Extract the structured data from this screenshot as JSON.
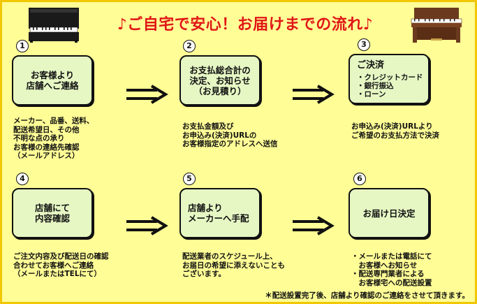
{
  "title": "♪ご自宅で安心！お届けまでの流れ♪",
  "colors": {
    "background": "#fffd96",
    "border": "#f2c600",
    "title": "#e01616",
    "box": "#e6f7c4"
  },
  "icons": {
    "left": "upright-piano-icon",
    "right": "digital-piano-icon",
    "arrow": "double-arrow-right-icon"
  },
  "steps": [
    {
      "number": "1",
      "box": "お客様より\n店舗へご連絡",
      "desc": "メーカー、品番、送料、\n配送希望日、その他\n不明な点の承り\nお客様の連絡先確認\n（メールアドレス）"
    },
    {
      "number": "2",
      "box": "お支払総合計の\n決定、お知らせ\n（お見積り）",
      "desc": "お支払金額及び\nお申込み(決済)URLの\nお客様指定のアドレスへ送信"
    },
    {
      "number": "3",
      "box_head": "ご決済",
      "box_items": [
        "・クレジットカード",
        "・銀行振込",
        "・ローン"
      ],
      "desc": "お申込み(決済)URLより\nご希望のお支払方法で決済"
    },
    {
      "number": "4",
      "box": "店舗にて\n内容確認",
      "desc": "ご注文内容及び配送日の確認\n合わせてお客様へご連絡\n（メールまたはTELにて）"
    },
    {
      "number": "5",
      "box": "店舗より\nメーカーへ手配",
      "desc": "配送業者のスケジュール上、\nお届日の希望に添えないことも\nございます。"
    },
    {
      "number": "6",
      "box": "お届け日決定",
      "desc": "・メールまたは電話にて\n　お客様へお知らせ\n・配送専門業者による\n　お客様宅への配送設置"
    }
  ],
  "footer": "＊配送設置完了後、店舗より確認のご連絡をさせて頂きます。"
}
